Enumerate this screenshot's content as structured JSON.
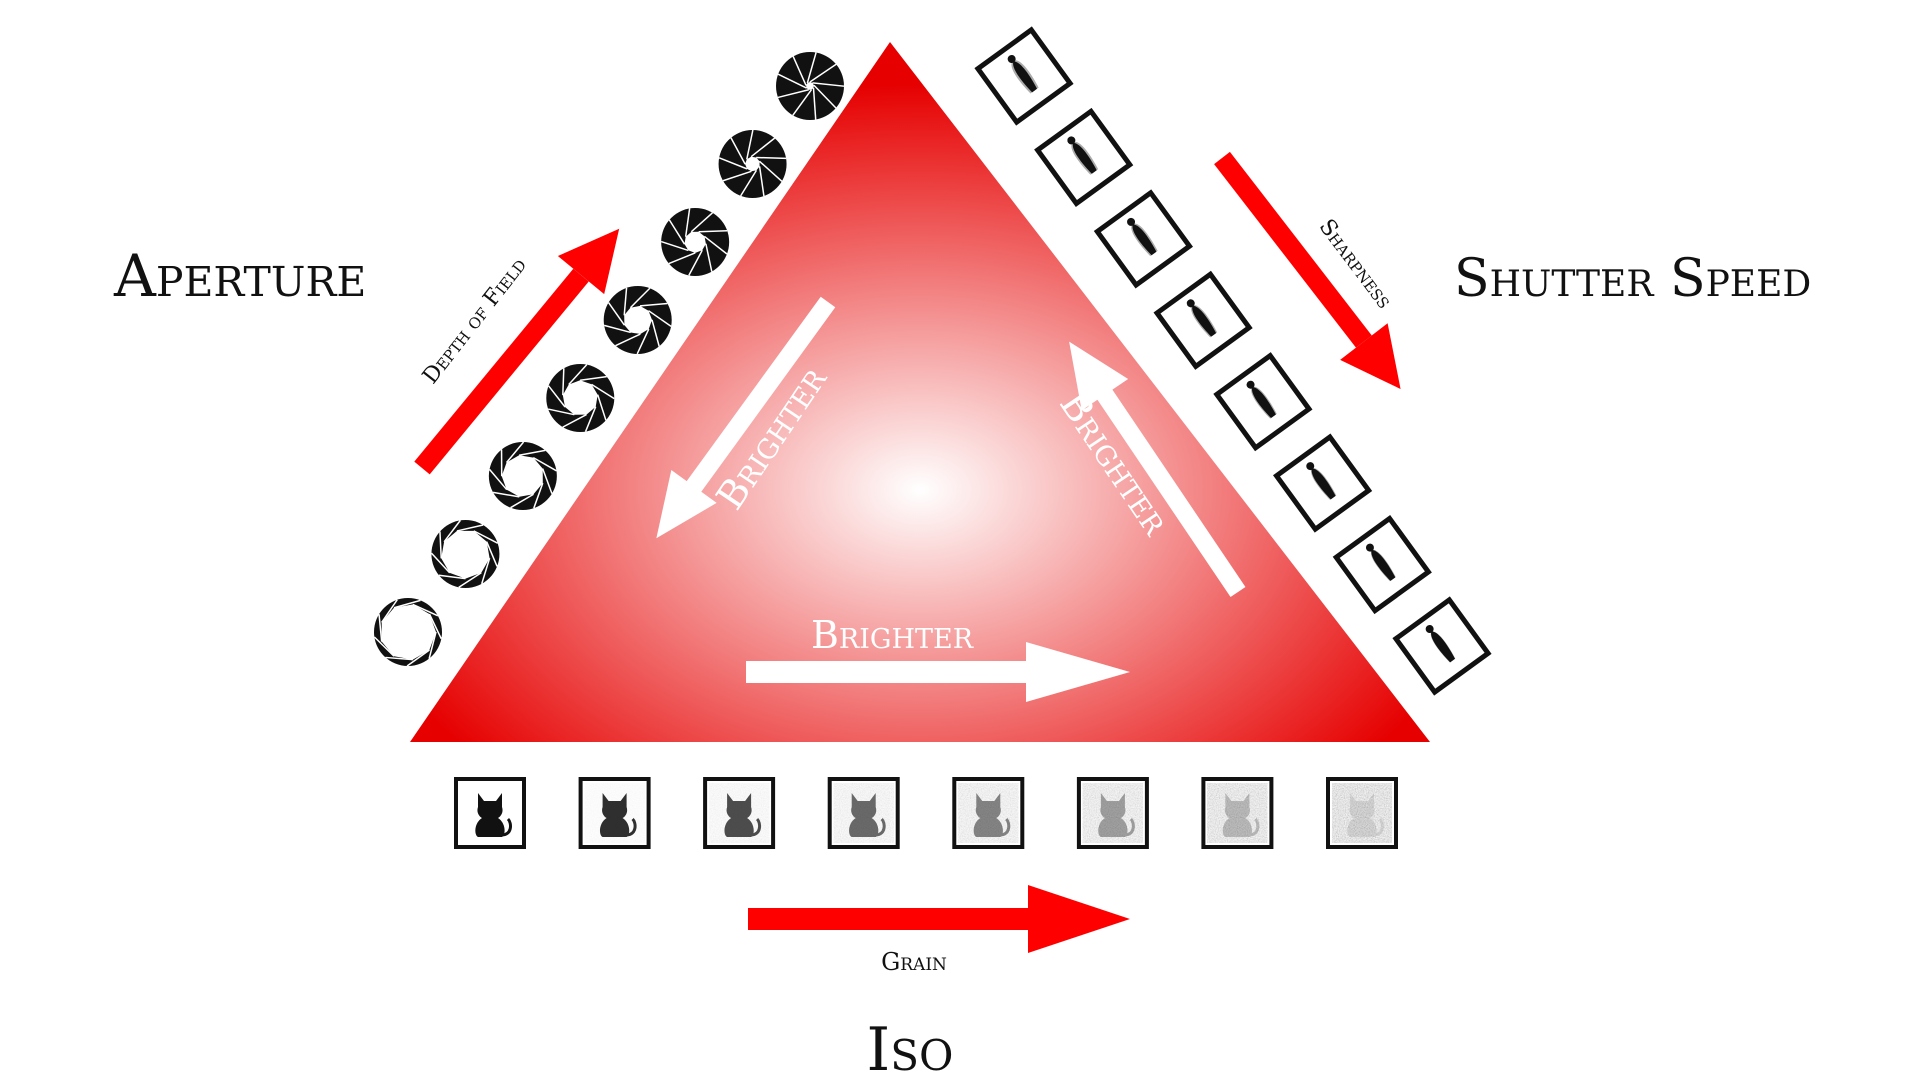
{
  "labels": {
    "aperture": "Aperture",
    "shutter_speed": "Shutter Speed",
    "iso": "Iso",
    "depth_of_field": "Depth of Field",
    "sharpness": "Sharpness",
    "grain": "Grain",
    "brighter": "Brighter"
  },
  "colors": {
    "red": "#e60000",
    "arrow_red": "#ff0000",
    "center": "#ffffff",
    "ink": "#111111"
  },
  "aperture_steps": 8,
  "shutter_steps": 8,
  "iso_steps": 8,
  "icons": {
    "aperture": "aperture-icon",
    "shutter": "moving-figure-icon",
    "iso": "cat-icon"
  }
}
